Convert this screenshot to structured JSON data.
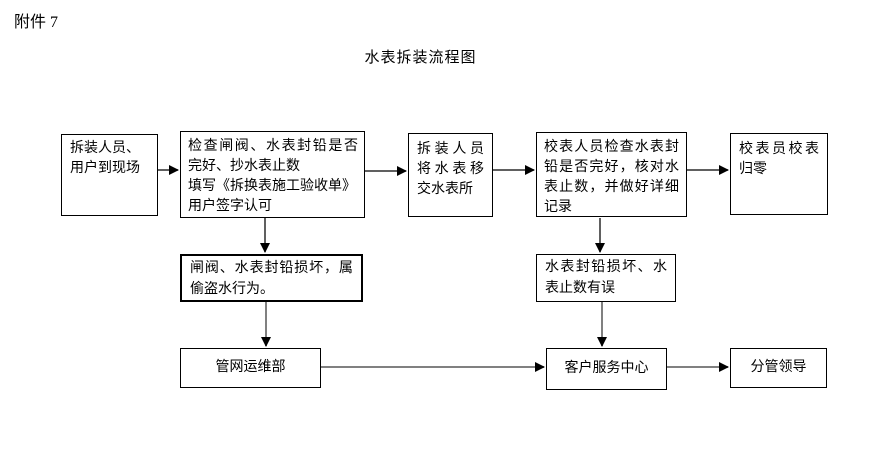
{
  "page": {
    "attachment_label": "附件 7",
    "title": "水表拆装流程图"
  },
  "flowchart": {
    "nodes": {
      "arrive": {
        "lines": [
          "拆装人员、",
          "用户到现场"
        ]
      },
      "check": {
        "lines": [
          "检查闸阀、水表封铅是否",
          "完好、抄水表止数",
          "填写《拆换表施工验收单》",
          "用户签字认可"
        ]
      },
      "transfer": {
        "lines": [
          "拆装人员",
          "将水表移",
          "交水表所"
        ]
      },
      "verify": {
        "lines": [
          "校表人员检查水表封",
          "铅是否完好，核对水",
          "表止数，并做好详细",
          "记录"
        ]
      },
      "calibrate": {
        "lines": [
          "校表员校表",
          "归零"
        ]
      },
      "theft": {
        "lines": [
          "闸阀、水表封铅损坏，属",
          "偷盗水行为。"
        ]
      },
      "sealError": {
        "lines": [
          "水表封铅损坏、水",
          "表止数有误"
        ]
      },
      "pipeline": {
        "lines": [
          "管网运维部"
        ]
      },
      "service": {
        "lines": [
          "客户服务中心"
        ]
      },
      "leader": {
        "lines": [
          "分管领导"
        ]
      }
    },
    "edges": [
      {
        "from": "arrive",
        "to": "check"
      },
      {
        "from": "check",
        "to": "transfer"
      },
      {
        "from": "transfer",
        "to": "verify"
      },
      {
        "from": "verify",
        "to": "calibrate"
      },
      {
        "from": "check",
        "to": "theft"
      },
      {
        "from": "verify",
        "to": "sealError"
      },
      {
        "from": "theft",
        "to": "pipeline"
      },
      {
        "from": "sealError",
        "to": "service"
      },
      {
        "from": "pipeline",
        "to": "service"
      },
      {
        "from": "service",
        "to": "leader"
      }
    ]
  },
  "colors": {
    "arrow_dark": "#2b2b2b",
    "arrow_gray": "#808080",
    "arrow_head": "#000000",
    "border": "#000000",
    "text": "#000000",
    "background": "#ffffff"
  }
}
